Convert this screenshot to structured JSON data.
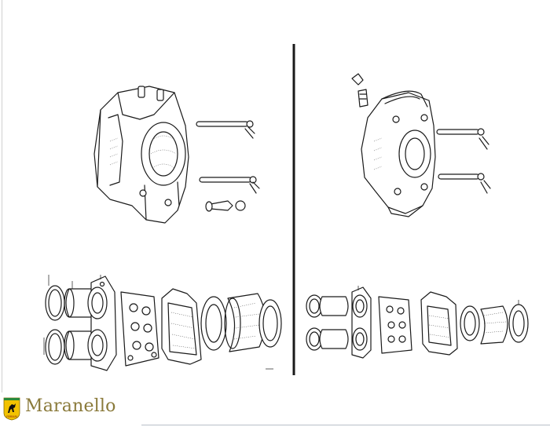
{
  "brand": {
    "name": "Maranello",
    "logo_icon": "prancing-horse-shield-icon",
    "logo_color": "#f2c200",
    "text_color": "#8a7a3a"
  },
  "diagram": {
    "left_assembly": "caliper-left-exploded",
    "right_assembly": "caliper-right-exploded",
    "line_color": "#1a1a1a"
  }
}
